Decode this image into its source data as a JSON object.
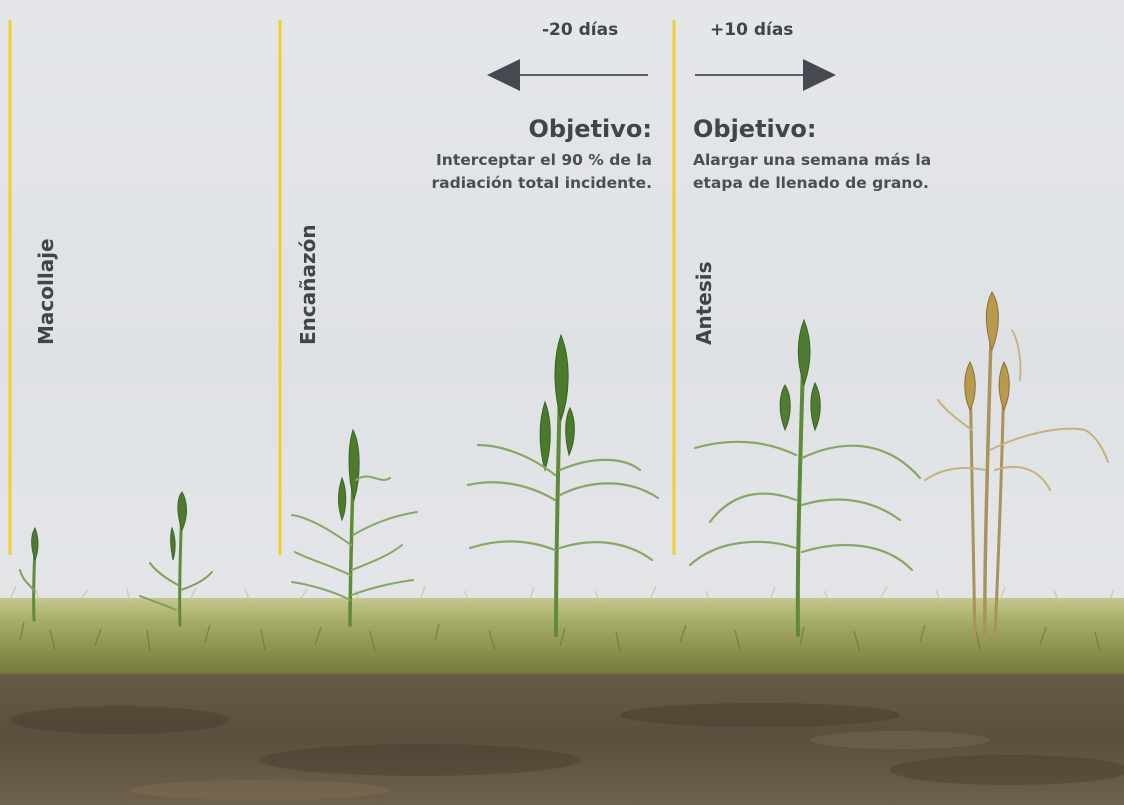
{
  "stages": [
    {
      "id": "macollaje",
      "label": "Macollaje"
    },
    {
      "id": "encanazon",
      "label": "Encañazón"
    },
    {
      "id": "antesis",
      "label": "Antesis"
    }
  ],
  "shift_left": {
    "label": "-20 días",
    "goal_title": "Objetivo:",
    "goal_line1": "Interceptar el 90 % de la",
    "goal_line2": "radiación total incidente."
  },
  "shift_right": {
    "label": "+10 días",
    "goal_title": "Objetivo:",
    "goal_line1": "Alargar una semana más la",
    "goal_line2": "etapa de llenado de grano."
  },
  "colors": {
    "stage_line": "#f2cf2a",
    "arrow": "#454a50",
    "text": "#40454c",
    "sky": "#e1e3e6",
    "grass": "#8f9a4e",
    "soil": "#5b4f3d",
    "plant_green": "#4e7a2e",
    "plant_mature": "#b59a52"
  }
}
